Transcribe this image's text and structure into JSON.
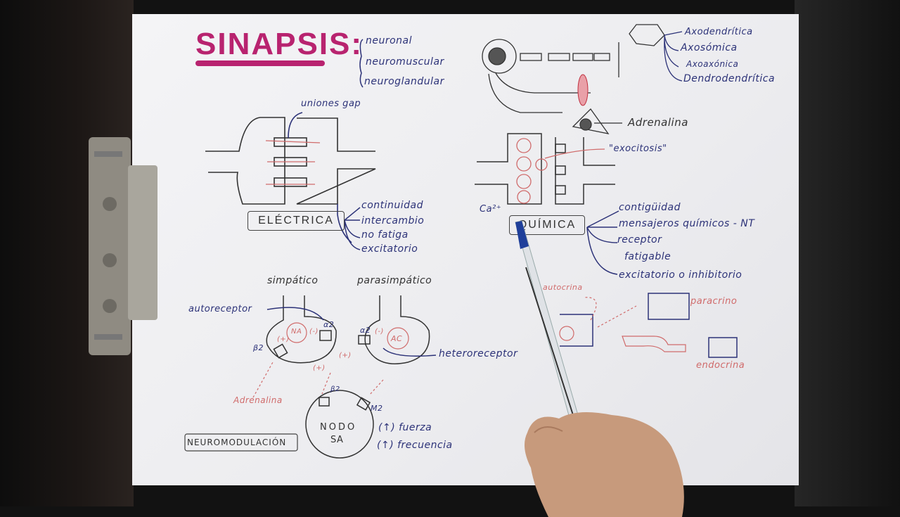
{
  "title": "SINAPSIS:",
  "synapse_types": [
    "neuronal",
    "neuromuscular",
    "neuroglandular"
  ],
  "electrical": {
    "label": "ELÉCTRICA",
    "gap_label": "uniones gap",
    "features": [
      "continuidad",
      "intercambio",
      "no fatiga",
      "excitatorio"
    ]
  },
  "neuron_connections": [
    "Axodendrítica",
    "Axosómica",
    "Axoaxónica",
    "Dendrodendrítica"
  ],
  "adrenaline_label": "Adrenalina",
  "chemical": {
    "label": "QUÍMICA",
    "exocytosis_label": "\"exocitosis\"",
    "calcium_label": "Ca²⁺",
    "features": [
      "contigüidad",
      "mensajeros químicos - NT",
      "receptor",
      "fatigable",
      "excitatorio o inhibitorio"
    ]
  },
  "neuromodulation": {
    "label": "NEUROMODULACIÓN",
    "sympathetic": "simpático",
    "parasympathetic": "parasimpático",
    "autoreceptor": "autoreceptor",
    "heteroreceptor": "heteroreceptor",
    "adrenaline": "Adrenalina",
    "na_label": "NA",
    "ac_label": "AC",
    "alpha2_left": "α2",
    "alpha2_right": "α2",
    "beta2_left": "β2",
    "beta2_node": "β2",
    "m2": "M2",
    "minus_left": "(-)",
    "minus_right": "(-)",
    "plus_beta": "(+)",
    "plus_mid": "(+)",
    "plus_low": "(+)",
    "node": [
      "NODO",
      "SA"
    ],
    "effects": [
      "(↑) fuerza",
      "(↑) frecuencia"
    ]
  },
  "signaling": {
    "autocrine": "autocrina",
    "paracrine": "paracrino",
    "endocrine": "endocrina"
  },
  "colors": {
    "title": "#b8236f",
    "ink_blue": "#2c3278",
    "ink_red": "#d06b6b",
    "ink_black": "#333333"
  }
}
